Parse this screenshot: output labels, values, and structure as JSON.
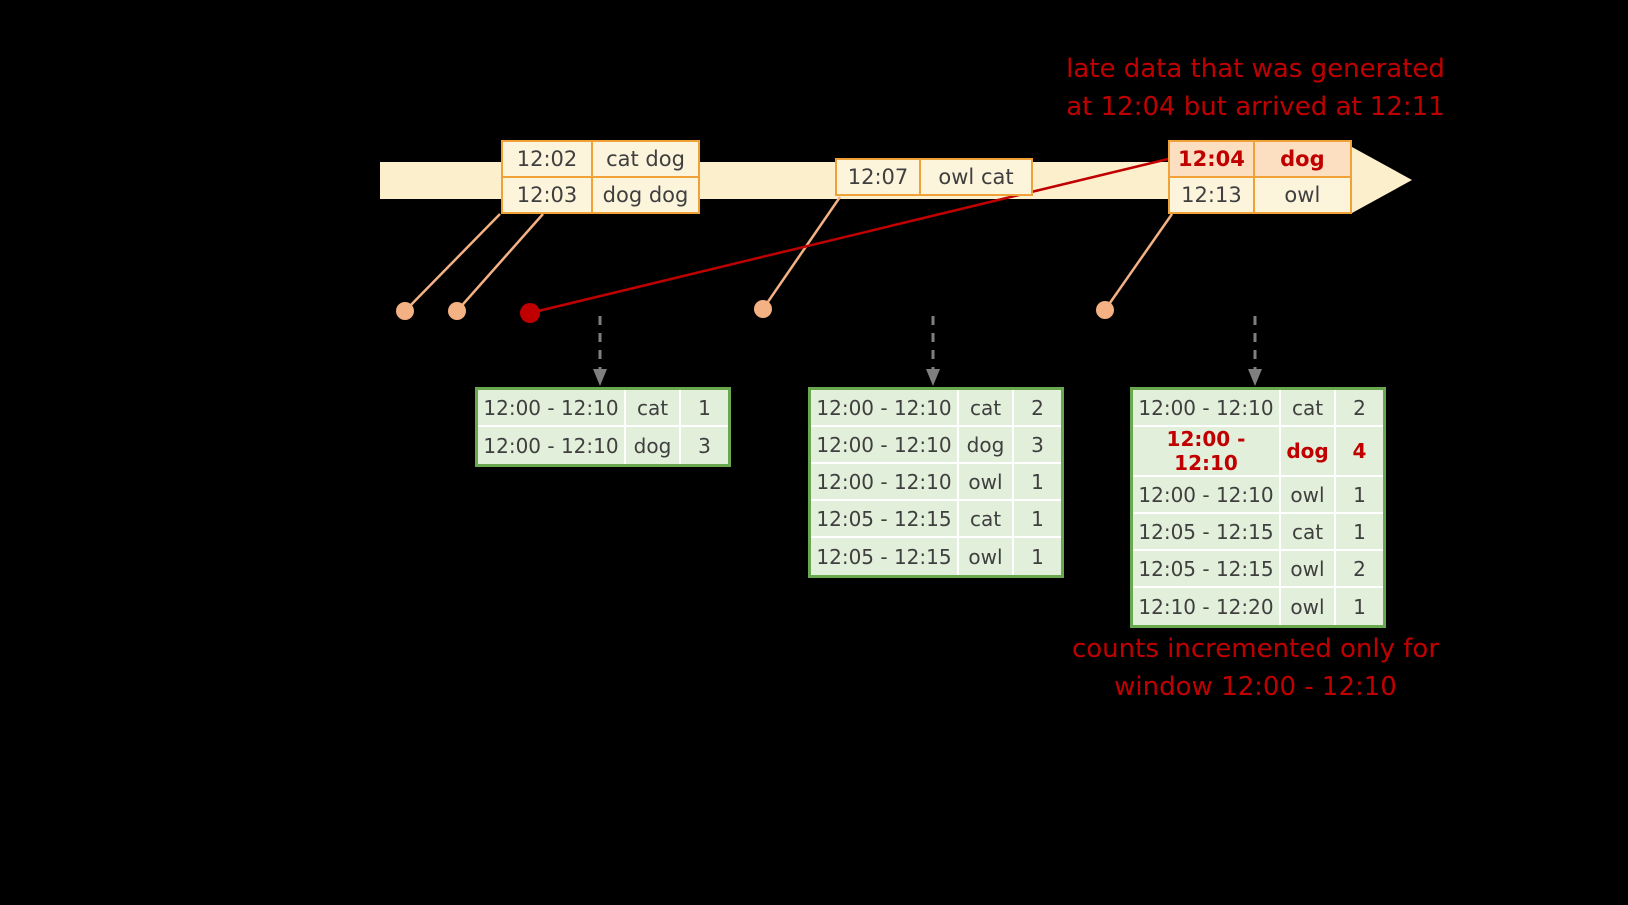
{
  "annotations": {
    "late_data_line1": "late data that was generated",
    "late_data_line2": "at 12:04 but arrived at 12:11",
    "counts_line1": "counts incremented only for",
    "counts_line2": "window 12:00 - 12:10"
  },
  "timeline": {
    "events": [
      {
        "rows": [
          {
            "time": "12:02",
            "words": "cat dog"
          },
          {
            "time": "12:03",
            "words": "dog dog"
          }
        ]
      },
      {
        "rows": [
          {
            "time": "12:07",
            "words": "owl cat"
          }
        ]
      },
      {
        "rows": [
          {
            "time": "12:04",
            "words": "dog",
            "late": true
          },
          {
            "time": "12:13",
            "words": "owl"
          }
        ]
      }
    ]
  },
  "result_tables": [
    {
      "rows": [
        {
          "window": "12:00 - 12:10",
          "word": "cat",
          "count": "1"
        },
        {
          "window": "12:00 - 12:10",
          "word": "dog",
          "count": "3"
        }
      ]
    },
    {
      "rows": [
        {
          "window": "12:00 - 12:10",
          "word": "cat",
          "count": "2"
        },
        {
          "window": "12:00 - 12:10",
          "word": "dog",
          "count": "3"
        },
        {
          "window": "12:00 - 12:10",
          "word": "owl",
          "count": "1"
        },
        {
          "window": "12:05 - 12:15",
          "word": "cat",
          "count": "1"
        },
        {
          "window": "12:05 - 12:15",
          "word": "owl",
          "count": "1"
        }
      ]
    },
    {
      "rows": [
        {
          "window": "12:00 - 12:10",
          "word": "cat",
          "count": "2"
        },
        {
          "window": "12:00 - 12:10",
          "word": "dog",
          "count": "4",
          "highlight": true
        },
        {
          "window": "12:00 - 12:10",
          "word": "owl",
          "count": "1"
        },
        {
          "window": "12:05 - 12:15",
          "word": "cat",
          "count": "1"
        },
        {
          "window": "12:05 - 12:15",
          "word": "owl",
          "count": "2"
        },
        {
          "window": "12:10 - 12:20",
          "word": "owl",
          "count": "1"
        }
      ]
    }
  ],
  "colors": {
    "background": "#000000",
    "accent_red": "#c00000",
    "timeline_arrow_fill": "#fbf0cb",
    "event_border": "#f0a239",
    "event_fill": "#fdf4dc",
    "event_highlight_fill": "#fbdfc0",
    "dot_orange": "#f4b183",
    "result_table_border": "#6aa84f",
    "result_table_fill": "#e2efda",
    "table_text": "#3f3f3f",
    "dashed_arrow_gray": "#7f7f7f"
  }
}
